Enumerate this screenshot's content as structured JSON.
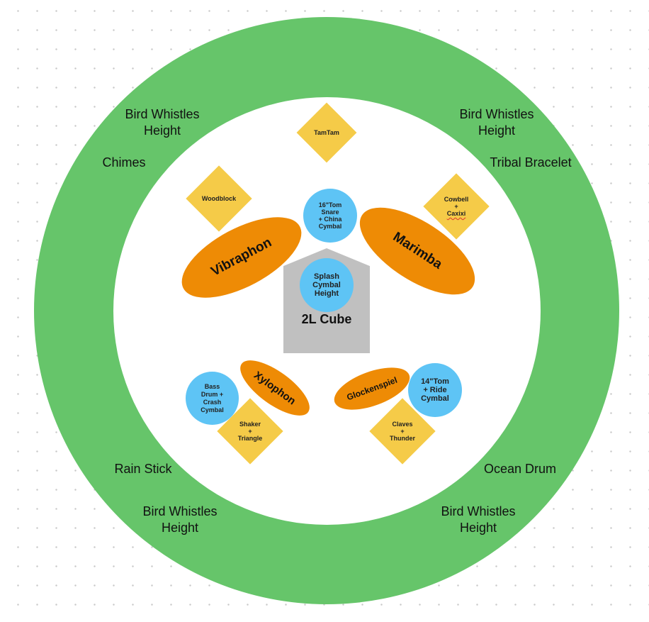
{
  "diagram": {
    "colors": {
      "ring": "#66c56a",
      "diamond": "#f5cb48",
      "circle": "#5ec4f5",
      "ellipse": "#ee8b05",
      "stand": "#c0c0c0"
    },
    "ring_labels": {
      "top_left_bird_whistles": "Bird Whistles\nHeight",
      "top_right_bird_whistles": "Bird Whistles\nHeight",
      "chimes": "Chimes",
      "tribal_bracelet": "Tribal Bracelet",
      "rain_stick": "Rain Stick",
      "ocean_drum": "Ocean Drum",
      "bottom_left_bird_whistles": "Bird Whistles\nHeight",
      "bottom_right_bird_whistles": "Bird Whistles\nHeight"
    },
    "diamonds": {
      "tamtam": "TamTam",
      "woodblock": "Woodblock",
      "cowbell_line1": "Cowbell",
      "cowbell_line2": "+",
      "cowbell_line3": "Caxixi",
      "shaker": "Shaker\n+\nTriangle",
      "claves": "Claves\n+\nThunder"
    },
    "circles": {
      "tom16": "16\"Tom\nSnare\n+ China\nCymbal",
      "splash": "Splash\nCymbal\nHeight",
      "bass_drum": "Bass\nDrum +\nCrash\nCymbal",
      "tom14": "14\"Tom\n+ Ride\nCymbal"
    },
    "ellipses": {
      "vibraphon": "Vibraphon",
      "marimba": "Marimba",
      "xylophon": "Xylophon",
      "glockenspiel": "Glockenspiel"
    },
    "stand": {
      "label": "2L Cube"
    }
  }
}
